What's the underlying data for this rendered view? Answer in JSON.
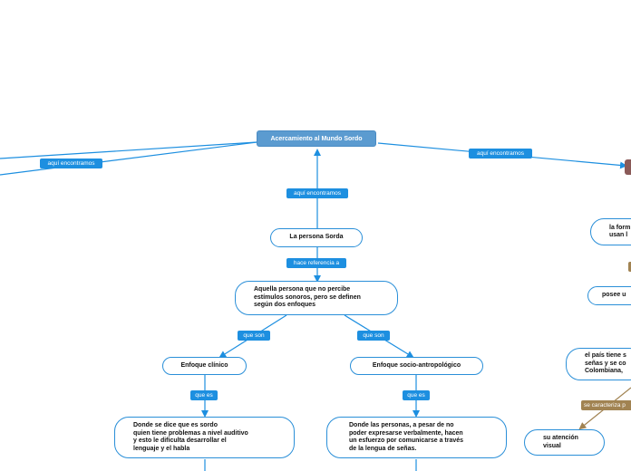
{
  "root": {
    "text": "Acercamiento al Mundo Sordo"
  },
  "connector_labels": {
    "aqui_left": "aquí encontramos",
    "aqui_center": "aquí encontramos",
    "aqui_right": "aquí encontramos",
    "hace_referencia": "hace referencia a",
    "que_son_left": "que son",
    "que_son_right": "que son",
    "que_es_left": "que es",
    "que_es_right": "que es",
    "se_caracteriza": "se caracteriza p"
  },
  "nodes": {
    "persona_sorda": "La persona Sorda",
    "aquella_persona": "Aquella persona que no percibe\nestímulos sonoros, pero se definen\nsegún dos enfoques",
    "enfoque_clinico": "Enfoque clínico",
    "enfoque_socio": "Enfoque socio-antropológico",
    "def_clinico": "Donde se dice que es sordo\nquien tiene problemas a nivel auditivo\ny esto le dificulta desarrollar el\nlenguaje y el habla",
    "def_socio": "Donde las personas, a pesar de no\npoder expresarse verbalmente, hacen\nun esfuerzo por comunicarse a través\nde la lengua de señas.",
    "la_forma": "la form\nusan l",
    "posee": "posee u",
    "el_pais": "el país tiene s\nseñas y se co\nColombiana,",
    "atencion": "su atención\nvisual"
  },
  "colors": {
    "accent": "#1d8fe0",
    "root_fill": "#5b9bd0",
    "node_border": "#2a8fd8",
    "brown": "#a18352"
  }
}
